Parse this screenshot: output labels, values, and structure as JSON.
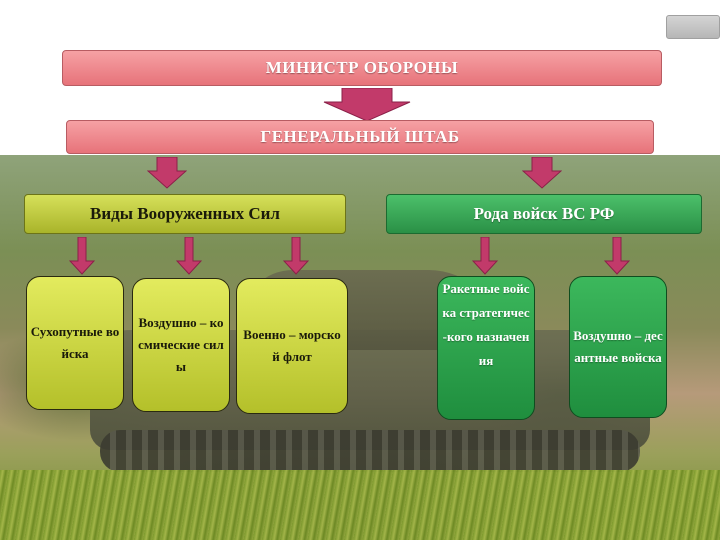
{
  "top": {
    "minister": "МИНИСТР ОБОРОНЫ",
    "general_staff": "ГЕНЕРАЛЬНЫЙ ШТАБ"
  },
  "branches": {
    "services": "Виды Вооруженных Сил",
    "arms": "Рода войск ВС РФ"
  },
  "services_items": [
    "Сухопутные войска",
    "Воздушно – космические силы",
    "Военно – морской флот"
  ],
  "arms_items": [
    "Ракетные войска стратегичес-кого назначения",
    "Воздушно – десантные войска"
  ],
  "colors": {
    "pink": "#e7737a",
    "arrow": "#c23a6a",
    "olive": "#b4c02a",
    "green": "#2a9046"
  }
}
